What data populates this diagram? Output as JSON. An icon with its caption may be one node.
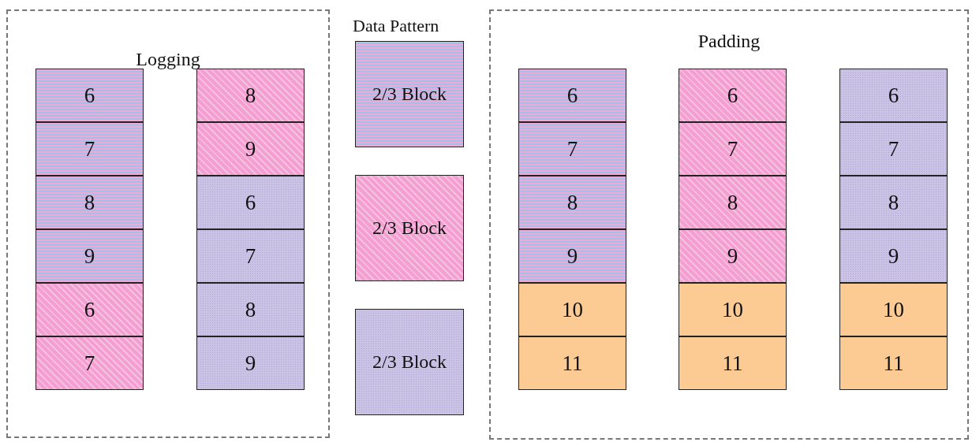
{
  "diagram": {
    "nodes": [
      {
        "text": [
          "Logging"
        ]
      },
      {
        "text": [
          "6"
        ],
        "in": 0
      },
      {
        "text": [
          "7"
        ],
        "in": 0
      },
      {
        "text": [
          "8"
        ],
        "in": 0
      },
      {
        "text": [
          "9"
        ],
        "in": 0
      },
      {
        "text": [
          "6"
        ],
        "in": 0
      },
      {
        "text": [
          "7"
        ],
        "in": 0
      },
      {
        "text": [
          "8"
        ],
        "in": 0
      },
      {
        "text": [
          "9"
        ],
        "in": 0
      },
      {
        "text": [
          "6"
        ],
        "in": 0
      },
      {
        "text": [
          "7"
        ],
        "in": 0
      },
      {
        "text": [
          "8"
        ],
        "in": 0
      },
      {
        "text": [
          "9"
        ],
        "in": 0
      },
      {
        "text": [
          "2/3 Block"
        ]
      },
      {
        "text": [
          "2/3 Block"
        ]
      },
      {
        "text": [
          "2/3 Block"
        ]
      },
      {
        "text": [
          "Padding"
        ]
      },
      {
        "text": [
          "6"
        ],
        "in": 16
      },
      {
        "text": [
          "7"
        ],
        "in": 16
      },
      {
        "text": [
          "8"
        ],
        "in": 16
      },
      {
        "text": [
          "9"
        ],
        "in": 16
      },
      {
        "text": [
          "10"
        ],
        "in": 16
      },
      {
        "text": [
          "11"
        ],
        "in": 16
      },
      {
        "text": [
          "6"
        ],
        "in": 16
      },
      {
        "text": [
          "7"
        ],
        "in": 16
      },
      {
        "text": [
          "8"
        ],
        "in": 16
      },
      {
        "text": [
          "9"
        ],
        "in": 16
      },
      {
        "text": [
          "10"
        ],
        "in": 16
      },
      {
        "text": [
          "11"
        ],
        "in": 16
      },
      {
        "text": [
          "6"
        ],
        "in": 16
      },
      {
        "text": [
          "7"
        ],
        "in": 16
      },
      {
        "text": [
          "8"
        ],
        "in": 16
      },
      {
        "text": [
          "9"
        ],
        "in": 16
      },
      {
        "text": [
          "10"
        ],
        "in": 16
      },
      {
        "text": [
          "11"
        ],
        "in": 16
      }
    ],
    "labels": [
      "Data Pattern"
    ]
  }
}
